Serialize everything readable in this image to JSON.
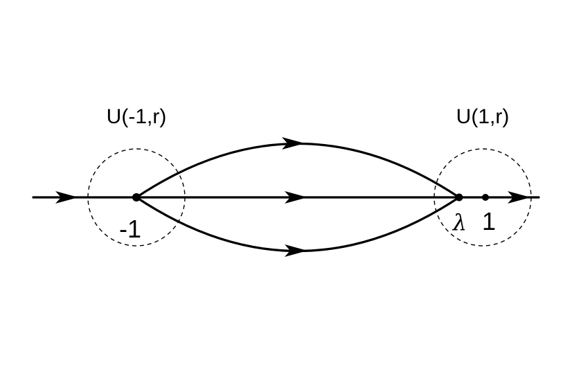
{
  "labels": {
    "left_neighborhood": "U(-1,r)",
    "right_neighborhood": "U(1,r)",
    "point_minus_one": "-1",
    "point_lambda": "λ",
    "point_one": "1"
  },
  "colors": {
    "stroke": "#000000",
    "background": "#ffffff"
  }
}
